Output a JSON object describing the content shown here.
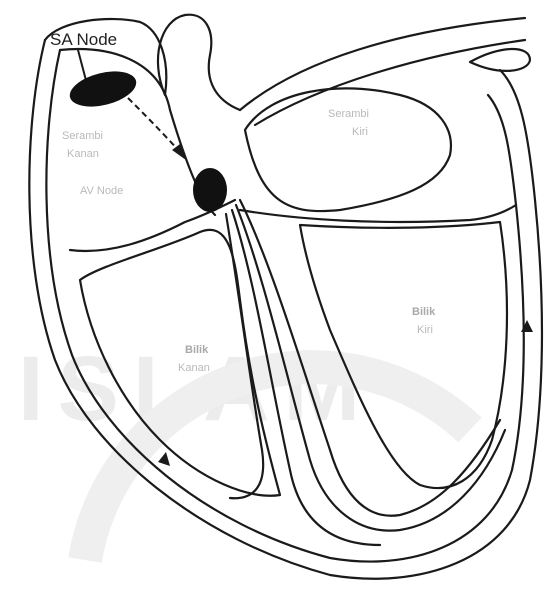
{
  "labels": {
    "sa_node": "SA Node",
    "right_atrium": [
      "Serambi",
      "Kanan"
    ],
    "av_node": "AV Node",
    "left_atrium": [
      "Serambi",
      "Kiri"
    ],
    "right_ventricle": [
      "Bilik",
      "Kanan"
    ],
    "left_ventricle": [
      "Bilik",
      "Kiri"
    ]
  },
  "watermark": "ISLAM",
  "colors": {
    "outline": "#1a1a1a",
    "node_fill": "#111111",
    "watermark": "#ebebeb",
    "faint_text": "#b9b9b9"
  }
}
